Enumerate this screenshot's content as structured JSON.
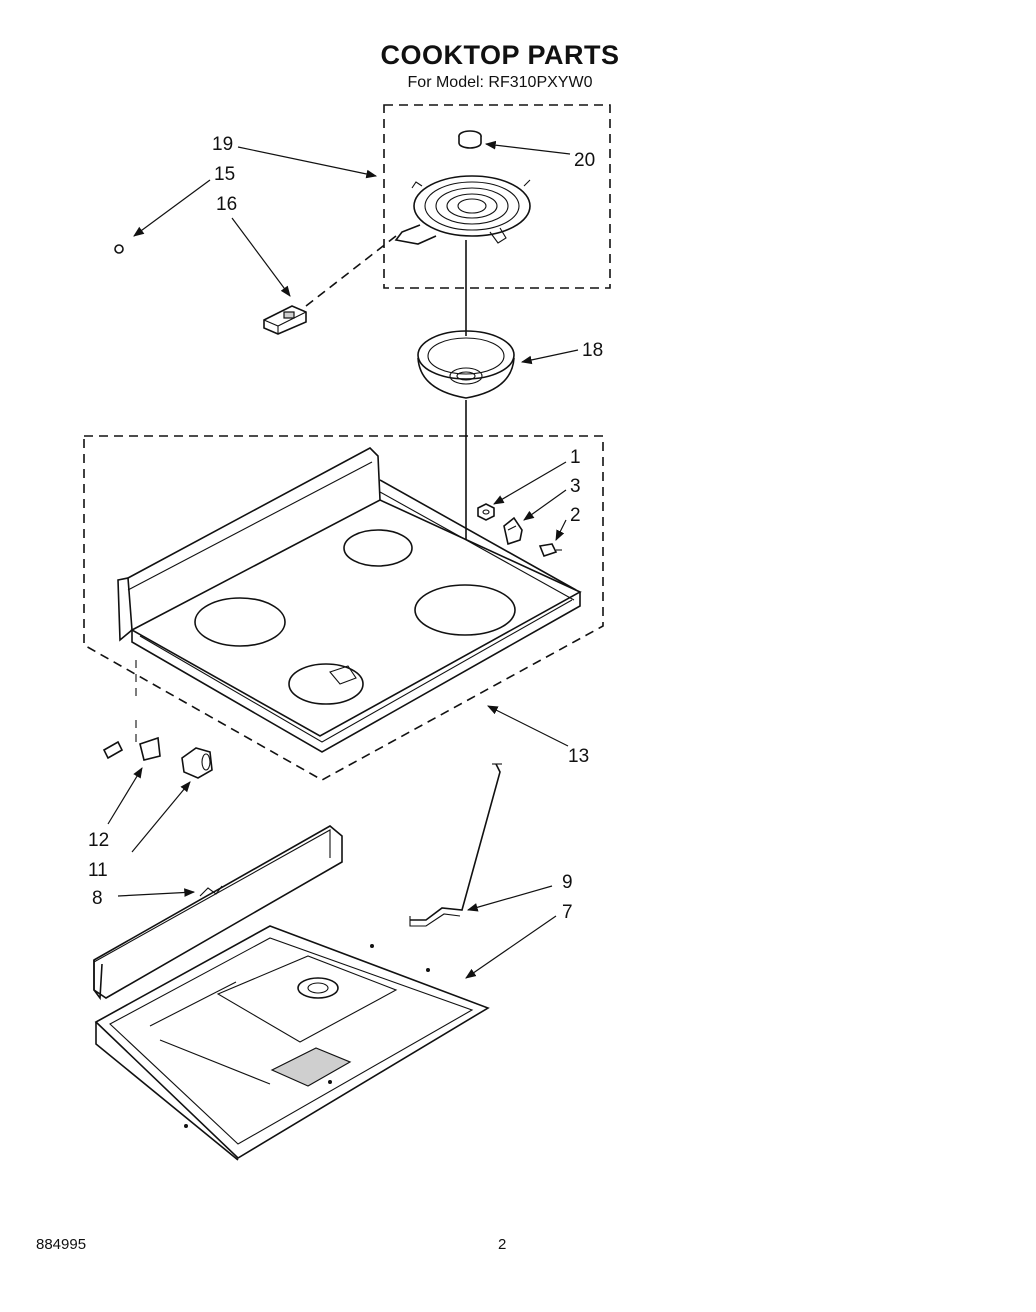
{
  "header": {
    "title": "COOKTOP PARTS",
    "subtitle": "For Model: RF310PXYW0"
  },
  "footer": {
    "doc_number": "884995",
    "page_number": "2"
  },
  "callouts": {
    "c1": "1",
    "c2": "2",
    "c3": "3",
    "c7": "7",
    "c8": "8",
    "c9": "9",
    "c11": "11",
    "c12": "12",
    "c13": "13",
    "c15": "15",
    "c16": "16",
    "c18": "18",
    "c19": "19",
    "c20": "20"
  }
}
